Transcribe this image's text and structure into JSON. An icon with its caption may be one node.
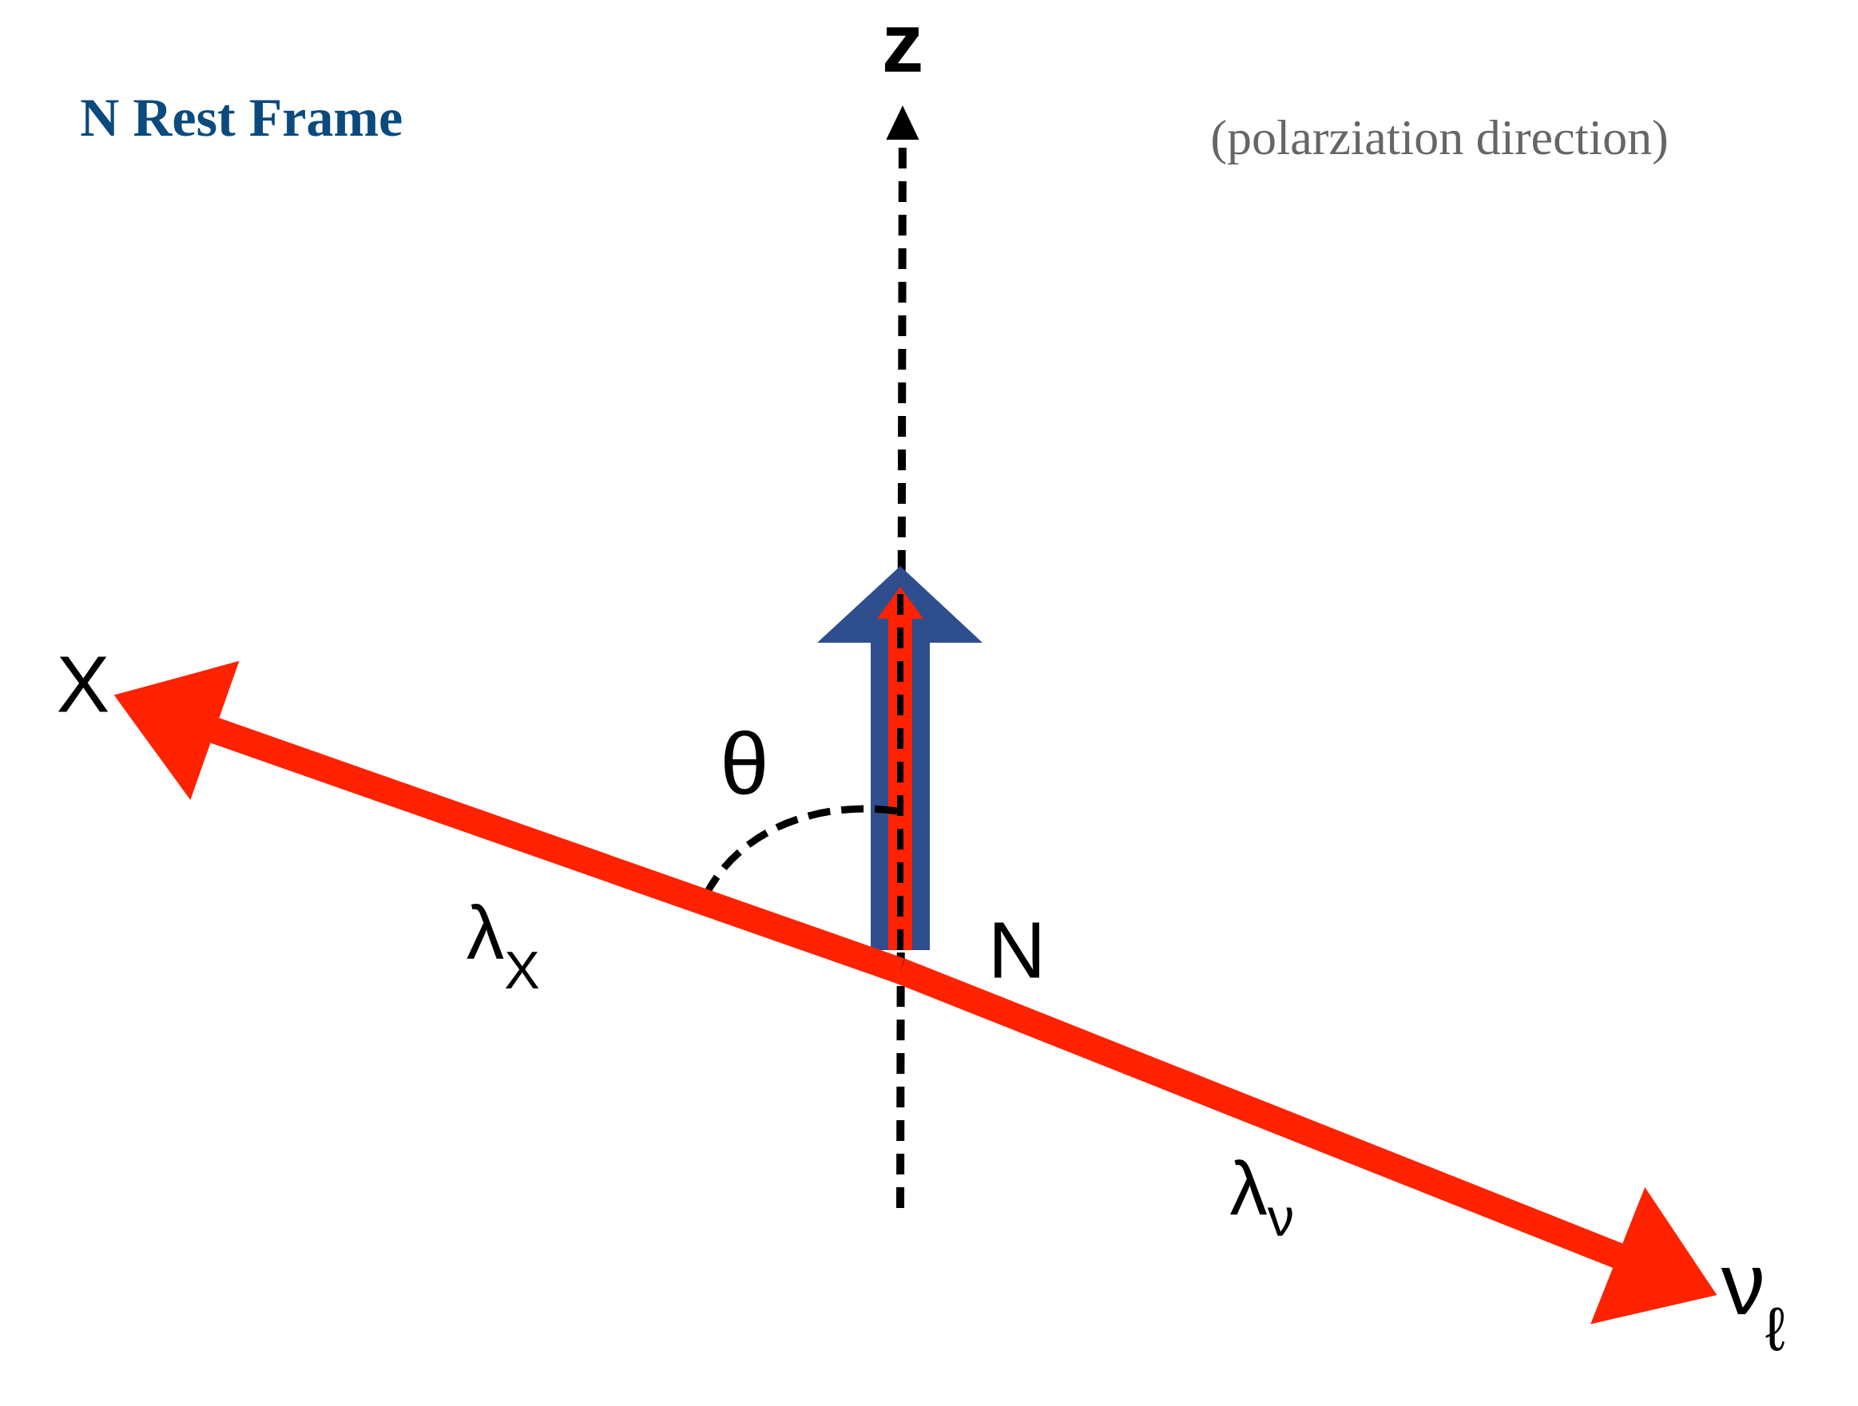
{
  "diagram": {
    "title": "N Rest Frame",
    "nodes": [
      {
        "text": [
          "X"
        ]
      },
      {
        "text": [
          "N"
        ]
      },
      {
        "text": [
          "ν$_{ℓ}$"
        ]
      }
    ],
    "edges": [
      {
        "from": 1,
        "to": 0,
        "arrow": "to",
        "label": "λ$_{X}$"
      },
      {
        "from": 1,
        "to": 2,
        "arrow": "to",
        "label": "λ$_{ν}$"
      }
    ],
    "labels": [
      "z",
      "(polarziation direction)",
      "θ"
    ]
  }
}
